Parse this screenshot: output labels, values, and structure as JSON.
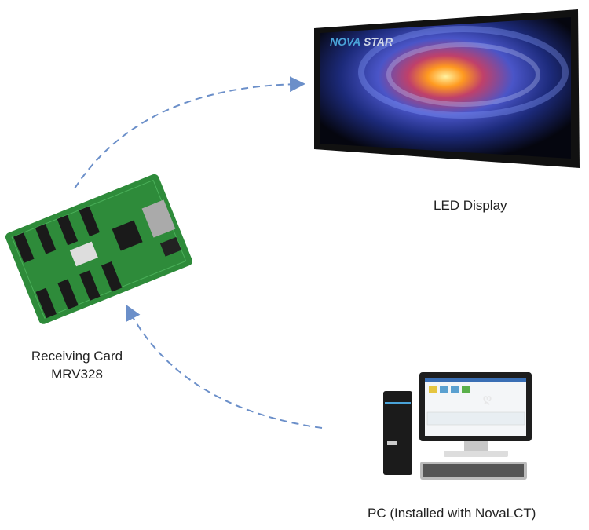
{
  "display": {
    "label": "LED Display",
    "logo_text": "NOVASTAR"
  },
  "receiving_card": {
    "label_line1": "Receiving Card",
    "label_line2": "MRV328"
  },
  "pc": {
    "label": "PC (Installed with NovaLCT)"
  },
  "colors": {
    "arrow": "#6b8fc9",
    "board": "#2e8b3a",
    "frame": "#111111"
  }
}
